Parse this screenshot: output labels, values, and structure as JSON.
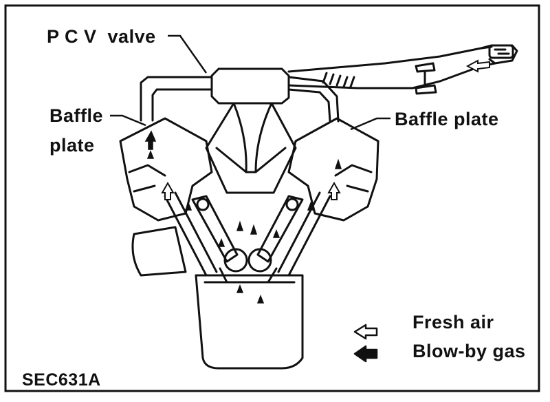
{
  "diagram": {
    "labels": {
      "pcv_valve": "P C V  valve",
      "baffle_left_line1": "Baffle",
      "baffle_left_line2": "plate",
      "baffle_right": "Baffle plate"
    },
    "legend": {
      "fresh_air": {
        "label": "Fresh air",
        "icon": "hollow-arrow-left-icon"
      },
      "blow_by_gas": {
        "label": "Blow-by gas",
        "icon": "solid-arrow-left-icon"
      }
    },
    "figure_code": "SEC631A",
    "colors": {
      "ink": "#111111",
      "paper": "#ffffff"
    }
  }
}
